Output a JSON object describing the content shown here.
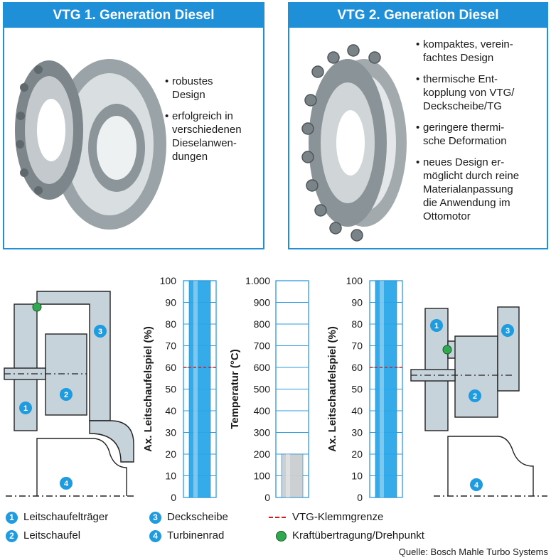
{
  "panel_left": {
    "title": "VTG 1. Generation Diesel",
    "bullets": [
      "robustes\nDesign",
      "erfolgreich in\nverschiedenen\nDieselanwen-\ndungen"
    ],
    "image": "vtg-gen1-part-photo"
  },
  "panel_right": {
    "title": "VTG 2. Generation Diesel",
    "bullets": [
      "kompaktes, verein-\nfachtes Design",
      "thermische Ent-\nkopplung von VTG/\nDeckscheibe/TG",
      "geringere thermi-\nsche Deformation",
      "neues Design er-\nmöglicht durch reine\nMaterialanpassung\ndie Anwendung im\nOttomotor"
    ],
    "image": "vtg-gen2-part-photo"
  },
  "markers": {
    "m1": "1",
    "m2": "2",
    "m3": "3",
    "m4": "4"
  },
  "chart_data": [
    {
      "type": "bar",
      "ylabel": "Ax. Leitschaufelspiel (%)",
      "ylim": [
        0,
        100
      ],
      "ticks": [
        "100",
        "90",
        "80",
        "70",
        "60",
        "50",
        "40",
        "30",
        "20",
        "10",
        "0"
      ],
      "values": [
        100
      ],
      "reference_line": 60,
      "bar_color": "#2aa6e8"
    },
    {
      "type": "bar",
      "ylabel": "Temperatur (°C)",
      "ylim": [
        0,
        1000
      ],
      "ticks": [
        "1.000",
        "900",
        "800",
        "700",
        "600",
        "500",
        "400",
        "300",
        "200",
        "100",
        "0"
      ],
      "values": [
        200
      ],
      "bar_color": "#c9cdd1"
    },
    {
      "type": "bar",
      "ylabel": "Ax. Leitschaufelspiel (%)",
      "ylim": [
        0,
        100
      ],
      "ticks": [
        "100",
        "90",
        "80",
        "70",
        "60",
        "50",
        "40",
        "30",
        "20",
        "10",
        "0"
      ],
      "values": [
        100
      ],
      "reference_line": 60,
      "bar_color": "#2aa6e8"
    }
  ],
  "legend": {
    "l1": "Leitschaufelträger",
    "l2": "Leitschaufel",
    "l3": "Deckscheibe",
    "l4": "Turbinenrad",
    "l5": "VTG-Klemmgrenze",
    "l6": "Kraftübertragung/Drehpunkt"
  },
  "source": "Quelle: Bosch Mahle Turbo Systems",
  "colors": {
    "accent": "#1f8fd8",
    "part_fill": "#c7d3da",
    "limit_line": "#cc1f1f",
    "pivot": "#2fa84f"
  }
}
